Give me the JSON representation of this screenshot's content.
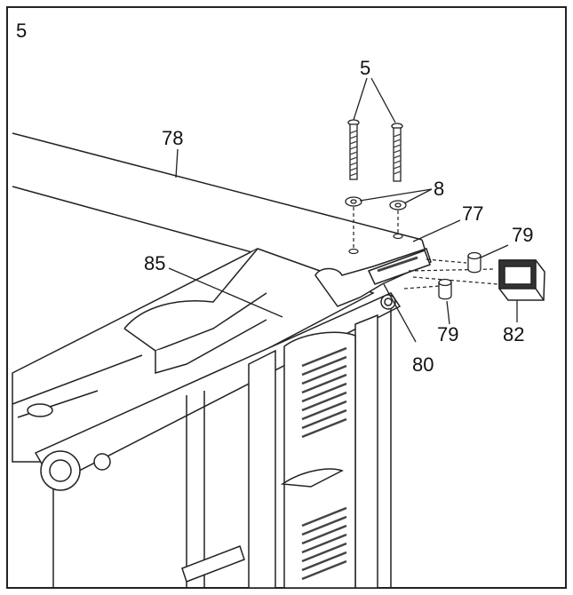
{
  "step_number": "5",
  "callouts": {
    "bolt": "5",
    "washer": "8",
    "uprights_bar": "78",
    "bracket": "77",
    "spacer_top": "79",
    "spacer_bottom": "79",
    "end_cap": "82",
    "frame_rail": "85",
    "bolt_bottom": "80"
  }
}
